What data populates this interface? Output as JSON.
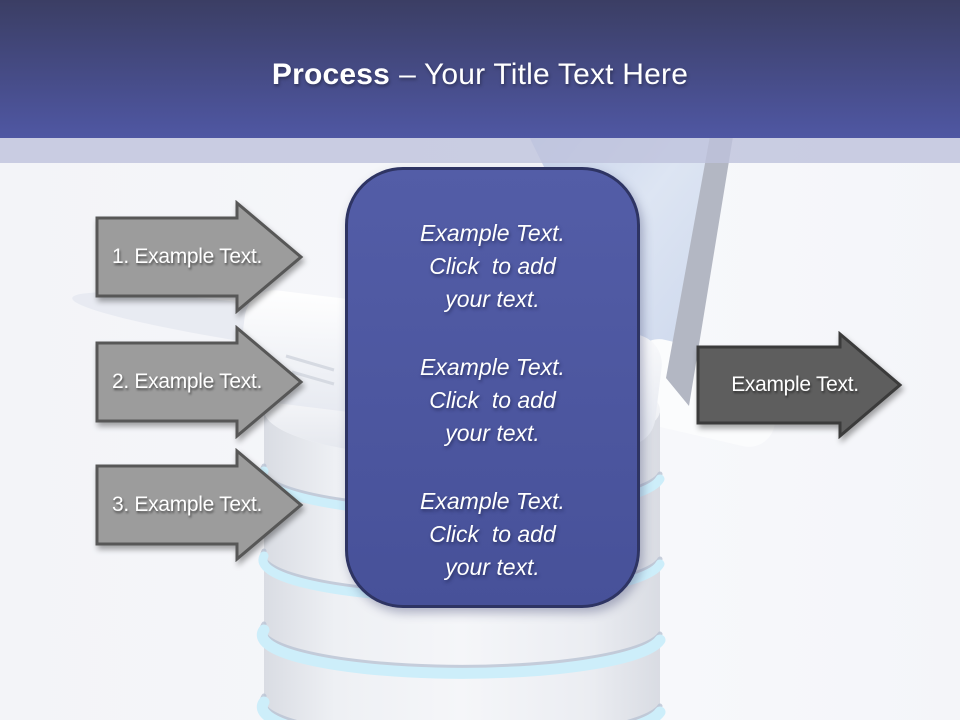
{
  "header": {
    "title_bold": "Process",
    "title_rest": "– Your Title Text Here"
  },
  "process_arrows": [
    {
      "label": "1. Example Text."
    },
    {
      "label": "2. Example Text."
    },
    {
      "label": "3. Example Text."
    }
  ],
  "output_arrow": {
    "label": "Example Text."
  },
  "center_box": {
    "blocks": [
      {
        "text": "Example Text.\nClick  to add\nyour text."
      },
      {
        "text": "Example Text.\nClick  to add\nyour text."
      },
      {
        "text": "Example Text.\nClick  to add\nyour text."
      }
    ]
  },
  "illustrations": {
    "laptop": "laptop-illustration",
    "database": "database-cylinder-illustration"
  },
  "colors": {
    "header_top": "#3b3e64",
    "header_bottom": "#4f57a3",
    "band": "rgba(190,194,220,0.8)",
    "slide_bg": "#f3f4f8",
    "box_fill_top": "#535da7",
    "box_fill_bottom": "#475199",
    "box_border": "#2e3463",
    "left_arrow_fill": "#9c9c9c",
    "left_arrow_border": "#575757",
    "right_arrow_fill": "#5e5e5e",
    "right_arrow_border": "#3b3b3b",
    "stripe_cyan": "#cdeefa",
    "stripe_edge": "#b9c3d3",
    "title_color": "#ffffff"
  }
}
